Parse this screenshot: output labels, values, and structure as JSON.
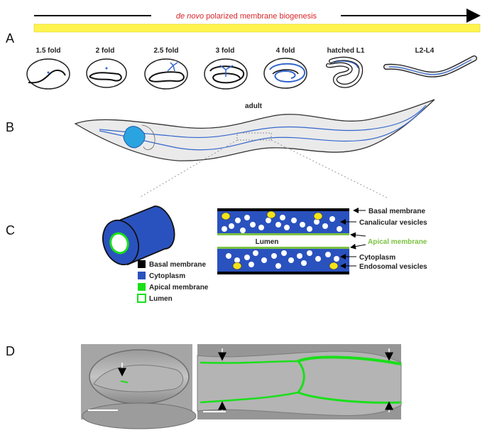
{
  "panels": {
    "a": "A",
    "b": "B",
    "c": "C",
    "d": "D"
  },
  "arrow_caption": {
    "italic": "de novo",
    "rest": " polarized membrane biogenesis"
  },
  "stages": [
    "1.5 fold",
    "2 fold",
    "2.5 fold",
    "3 fold",
    "4 fold",
    "hatched L1",
    "L2-L4"
  ],
  "adult_label": "adult",
  "legend": [
    {
      "label": "Basal membrane",
      "color": "#000000",
      "style": "fill"
    },
    {
      "label": "Cytoplasm",
      "color": "#2a52be",
      "style": "fill"
    },
    {
      "label": "Apical membrane",
      "color": "#1adf1a",
      "style": "fill"
    },
    {
      "label": "Lumen",
      "color": "#1adf1a",
      "style": "outline"
    }
  ],
  "cross_section": {
    "lumen": "Lumen",
    "callouts": [
      "Basal membrane",
      "Canalicular vesicles",
      "Apical membrane",
      "Cytoplasm",
      "Endosomal vesicles"
    ]
  },
  "colors": {
    "bar": "#fff44f",
    "cytoplasm": "#2a52be",
    "canal": "#3c6fd1",
    "apical": "#7cc242",
    "vesicle_yellow": "#f5e31a"
  }
}
